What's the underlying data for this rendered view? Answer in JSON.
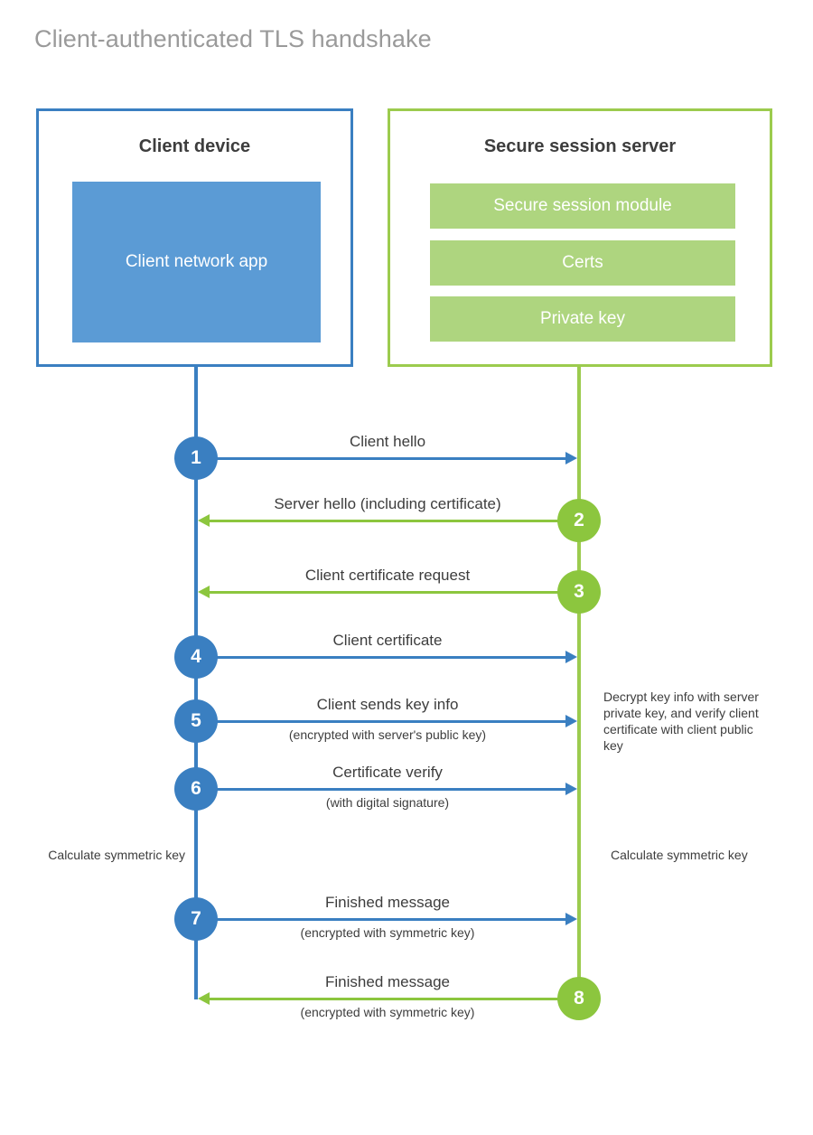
{
  "title": "Client-authenticated TLS handshake",
  "colors": {
    "blue": "#3a7fc1",
    "blue_fill": "#5b9bd5",
    "green": "#8cc63e",
    "green_border": "#9ccb4e",
    "green_fill": "#aed57f",
    "text": "#3d3d3d",
    "title_text": "#9a9a9a",
    "background": "#ffffff"
  },
  "client": {
    "title": "Client device",
    "app_label": "Client network app"
  },
  "server": {
    "title": "Secure session server",
    "components": [
      {
        "label": "Secure session module"
      },
      {
        "label": "Certs"
      },
      {
        "label": "Private key"
      }
    ]
  },
  "messages": [
    {
      "number": "1",
      "label": "Client hello",
      "sublabel": "",
      "direction": "right",
      "color": "blue"
    },
    {
      "number": "2",
      "label": "Server hello (including certificate)",
      "sublabel": "",
      "direction": "left",
      "color": "green"
    },
    {
      "number": "3",
      "label": "Client certificate request",
      "sublabel": "",
      "direction": "left",
      "color": "green"
    },
    {
      "number": "4",
      "label": "Client certificate",
      "sublabel": "",
      "direction": "right",
      "color": "blue"
    },
    {
      "number": "5",
      "label": "Client sends key info",
      "sublabel": "(encrypted with server's public key)",
      "direction": "right",
      "color": "blue"
    },
    {
      "number": "6",
      "label": "Certificate verify",
      "sublabel": "(with digital signature)",
      "direction": "right",
      "color": "blue"
    },
    {
      "number": "7",
      "label": "Finished message",
      "sublabel": "(encrypted with symmetric key)",
      "direction": "right",
      "color": "blue"
    },
    {
      "number": "8",
      "label": "Finished message",
      "sublabel": "(encrypted with symmetric key)",
      "direction": "left",
      "color": "green"
    }
  ],
  "notes": {
    "server_decrypt": "Decrypt key info with server private key, and verify client certificate with client public key",
    "client_symmetric": "Calculate symmetric key",
    "server_symmetric": "Calculate symmetric key"
  }
}
